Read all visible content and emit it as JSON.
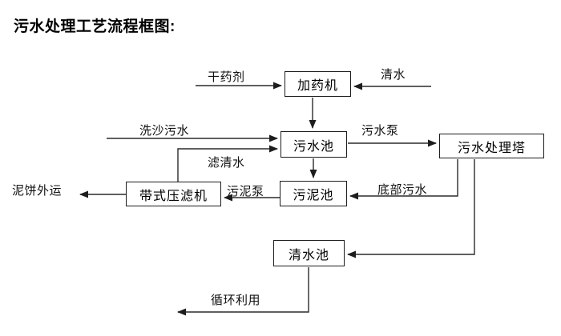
{
  "title": "污水处理工艺流程框图:",
  "colors": {
    "background": "#ffffff",
    "line": "#2b2b2b",
    "box_border": "#1d1d1d",
    "text": "#000000"
  },
  "nodes": {
    "dosing_machine": "加药机",
    "sewage_pool": "污水池",
    "treatment_tower": "污水处理塔",
    "belt_filter_press": "带式压滤机",
    "sludge_pool": "污泥池",
    "clear_water_pool": "清水池"
  },
  "flow_labels": {
    "dry_agent": "干药剂",
    "clear_water": "清水",
    "sand_wash_sewage": "洗沙污水",
    "sewage_pump": "污水泵",
    "filtered_water": "滤清水",
    "sludge_pump": "污泥泵",
    "bottom_sewage": "底部污水",
    "mud_cake_out": "泥饼外运",
    "recycle": "循环利用"
  },
  "edges": [
    {
      "from": "external",
      "to": "加药机",
      "label": "干药剂"
    },
    {
      "from": "external",
      "to": "加药机",
      "label": "清水"
    },
    {
      "from": "加药机",
      "to": "污水池",
      "label": ""
    },
    {
      "from": "external",
      "to": "污水池",
      "label": "洗沙污水"
    },
    {
      "from": "带式压滤机",
      "to": "污水池",
      "label": "滤清水"
    },
    {
      "from": "污水池",
      "to": "污水处理塔",
      "label": "污水泵"
    },
    {
      "from": "污水池",
      "to": "污泥池",
      "label": ""
    },
    {
      "from": "污水处理塔",
      "to": "污泥池",
      "label": "底部污水"
    },
    {
      "from": "污水处理塔",
      "to": "清水池",
      "label": ""
    },
    {
      "from": "污泥池",
      "to": "带式压滤机",
      "label": "污泥泵"
    },
    {
      "from": "带式压滤机",
      "to": "external",
      "label": "泥饼外运"
    },
    {
      "from": "清水池",
      "to": "external",
      "label": "循环利用"
    }
  ]
}
